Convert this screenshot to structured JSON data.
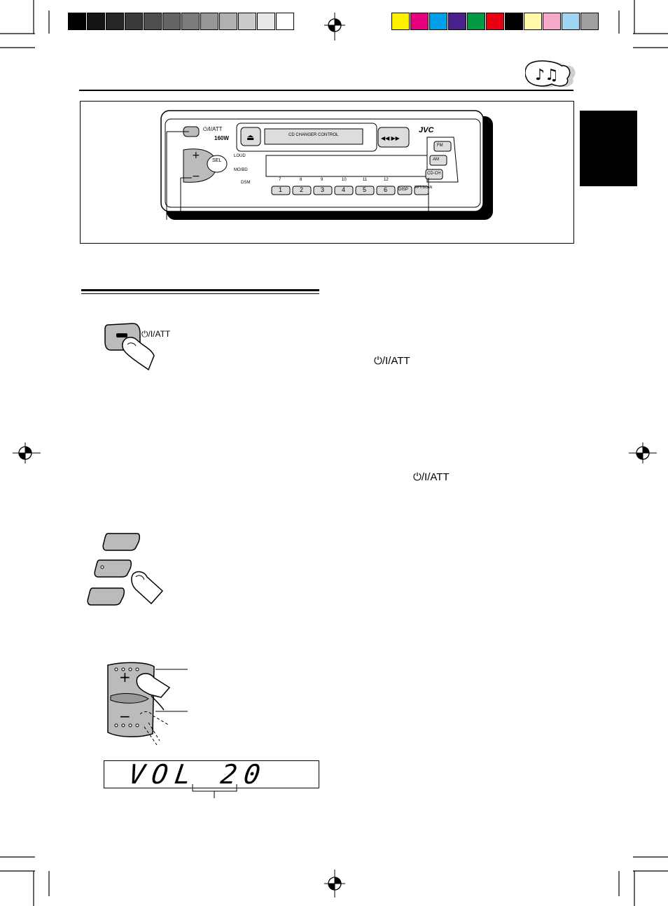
{
  "colors": {
    "gray_bar": [
      "#000000",
      "#141414",
      "#262626",
      "#3a3a3a",
      "#4f4f4f",
      "#656565",
      "#7c7c7c",
      "#979797",
      "#b1b1b1",
      "#cbcbcb",
      "#e8e8e8",
      "#ffffff"
    ],
    "color_bar": [
      "#fff200",
      "#e6007e",
      "#00a0e9",
      "#4b1f8c",
      "#009944",
      "#e60012",
      "#000000",
      "#fff9a8",
      "#f5a8c8",
      "#9fd4f2",
      "#a0a0a0"
    ],
    "tab": "#000000"
  },
  "unit_diagram": {
    "brand": "JVC",
    "power_label": "⏻/I/ATT",
    "wattage": "160W",
    "cd_changer_label": "CD CHANGER CONTROL",
    "loud_label": "LOUD",
    "sel_label": "SEL",
    "mono_label": "MO/BD",
    "dsm_label": "DSM",
    "preset_numbers": [
      "1",
      "2",
      "3",
      "4",
      "5",
      "6"
    ],
    "preset_small": [
      "7",
      "8",
      "9",
      "10",
      "11",
      "12"
    ],
    "disp_label": "DISP",
    "rpt_scan_label": "RPT/SCAN",
    "fm_label": "FM",
    "am_label": "AM",
    "cdch_label": "CD-CH"
  },
  "section1": {
    "button_label": "⏻/I/ATT",
    "inline_label_1": "⏻/I/ATT",
    "inline_label_2": "⏻/I/ATT"
  },
  "lcd": {
    "text": "VOL 20"
  }
}
